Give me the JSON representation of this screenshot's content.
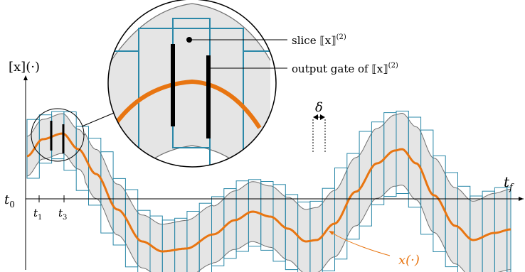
{
  "labels": {
    "y_axis": "[x](·)",
    "t0": "t",
    "t0_sub": "0",
    "t1": "t",
    "t1_sub": "1",
    "t3": "t",
    "t3_sub": "3",
    "tf": "t",
    "tf_sub": "f",
    "delta": "δ",
    "x_curve": "x(·)",
    "slice": "slice ⟦x⟧",
    "slice_sup": "(2)",
    "output_gate": "output gate of ⟦x⟧",
    "output_gate_sup": "(2)"
  },
  "colors": {
    "trajectory": "#E87511",
    "boxes": "#2B88A8",
    "tube_fill": "#E5E5E5",
    "tube_edge": "#707070",
    "gate": "#000000"
  }
}
